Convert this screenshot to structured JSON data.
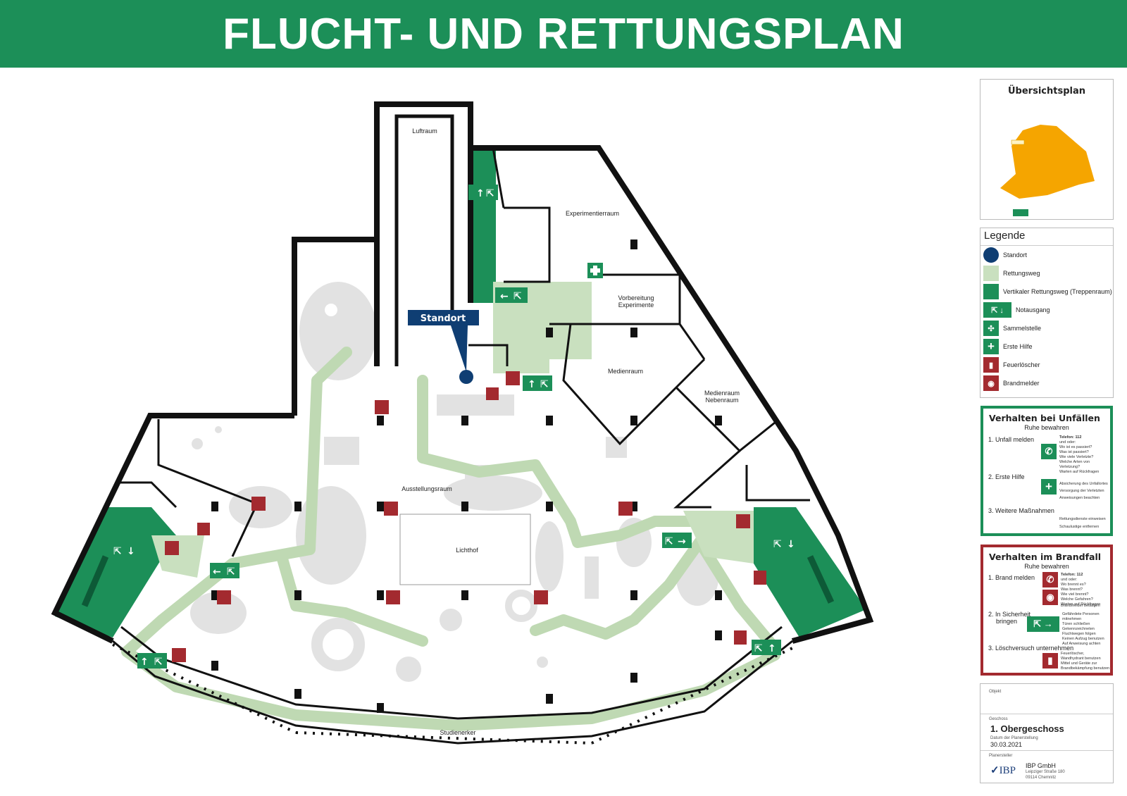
{
  "title": "FLUCHT- UND RETTUNGSPLAN",
  "plan": {
    "standort_label": "Standort",
    "rooms": {
      "luftraum": "Luftraum",
      "experimentierraum": "Experimentierraum",
      "vorbereitung_1": "Vorbereitung",
      "vorbereitung_2": "Experimente",
      "medienraum": "Medienraum",
      "medien_neben_1": "Medienraum",
      "medien_neben_2": "Nebenraum",
      "ausstellungsraum": "Ausstellungsraum",
      "lichthof": "Lichthof",
      "studienerker": "Studienerker"
    }
  },
  "overview": {
    "title": "Übersichtsplan"
  },
  "legend": {
    "title": "Legende",
    "items": [
      {
        "label": "Standort",
        "icon": "standort-dot-icon"
      },
      {
        "label": "Rettungsweg",
        "icon": "rettungsweg-swatch"
      },
      {
        "label": "Vertikaler Rettungsweg (Treppenraum)",
        "icon": "treppenraum-swatch"
      },
      {
        "label": "Notausgang",
        "icon": "emergency-exit-icon"
      },
      {
        "label": "Sammelstelle",
        "icon": "assembly-point-icon"
      },
      {
        "label": "Erste Hilfe",
        "icon": "first-aid-icon"
      },
      {
        "label": "Feuerlöscher",
        "icon": "fire-extinguisher-icon"
      },
      {
        "label": "Brandmelder",
        "icon": "fire-alarm-icon"
      }
    ]
  },
  "accidents": {
    "title": "Verhalten bei Unfällen",
    "subtitle": "Ruhe bewahren",
    "step1": "1. Unfall melden",
    "phone_label": "Telefon:",
    "phone": "112",
    "step1_text": [
      "und oder:",
      "Wo ist es passiert?",
      "Was ist passiert?",
      "Wie viele Verletzte?",
      "Welche Arten von Verletzung?",
      "Warten auf Rückfragen"
    ],
    "step2": "2. Erste Hilfe",
    "step2_text": [
      "Absicherung des Unfallortes",
      "Versorgung der Verletzten",
      "Anweisungen beachten"
    ],
    "step3": "3. Weitere Maßnahmen",
    "step3_text": [
      "Rettungsdienste einweisen",
      "Schaulustige entfernen"
    ]
  },
  "fire": {
    "title": "Verhalten im Brandfall",
    "subtitle": "Ruhe bewahren",
    "step1": "1. Brand melden",
    "phone_label": "Telefon:",
    "phone": "112",
    "step1_text": [
      "und oder:",
      "Wo brennt es?",
      "Was brennt?",
      "Wie viel brennt?",
      "Welche Gefahren?",
      "Warten auf Rückfragen"
    ],
    "step1_extra": "Brandmelder betätigen",
    "step2a": "2. In Sicherheit",
    "step2b": "bringen",
    "step2_text": [
      "Gefährdete Personen mitnehmen",
      "Türen schließen",
      "Gekennzeichneten",
      "Fluchtwegen folgen",
      "Keinen Aufzug benutzen",
      "Auf Anweisung achten"
    ],
    "step3": "3. Löschversuch unternehmen",
    "step3_text": [
      "Feuerlöscher,",
      "Wandhydrant benutzen",
      "Mittel und Geräte zur",
      "Brandbekämpfung benutzen"
    ]
  },
  "titleblock": {
    "objekt_label": "Objekt",
    "geschoss_label": "Geschoss",
    "geschoss": "1. Obergeschoss",
    "datum_label": "Datum der Planerstellung",
    "datum": "30.03.2021",
    "planersteller_label": "Planersteller",
    "logo": "IBP",
    "company": "IBP GmbH",
    "street": "Leipziger Straße 180",
    "city": "09114 Chemnitz"
  }
}
